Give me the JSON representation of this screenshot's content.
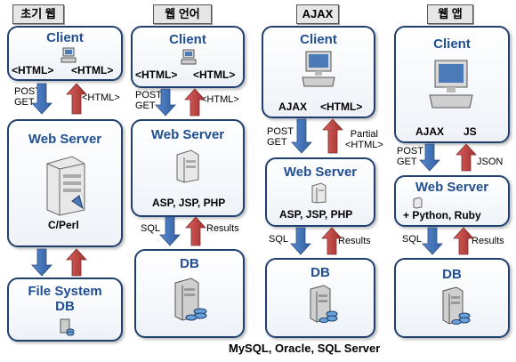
{
  "columns": [
    {
      "tab": "초기 웹",
      "client": {
        "title": "Client",
        "left_tag": "<HTML>",
        "right_tag": "<HTML>"
      },
      "up_label": [
        "POST",
        "GET"
      ],
      "down_label": "<HTML>",
      "server": {
        "title": "Web Server",
        "tech": "C/Perl"
      },
      "store": {
        "title_line1": "File System",
        "title_line2": "DB"
      }
    },
    {
      "tab": "웹 언어",
      "client": {
        "title": "Client",
        "left_tag": "<HTML>",
        "right_tag": "<HTML>"
      },
      "up_label": [
        "POST",
        "GET"
      ],
      "down_label": "<HTML>",
      "server": {
        "title": "Web Server",
        "tech": "ASP, JSP, PHP"
      },
      "db_up": "SQL",
      "db_down": "Results",
      "store": {
        "title": "DB"
      }
    },
    {
      "tab": "AJAX",
      "client": {
        "title": "Client",
        "left_tag": "AJAX",
        "right_tag": "<HTML>"
      },
      "up_label": [
        "POST",
        "GET"
      ],
      "down_label": [
        "Partial",
        "<HTML>"
      ],
      "server": {
        "title": "Web Server",
        "tech": "ASP, JSP, PHP"
      },
      "db_up": "SQL",
      "db_down": "Results",
      "store": {
        "title": "DB"
      }
    },
    {
      "tab": "웹 앱",
      "client": {
        "title": "Client",
        "left_tag": "AJAX",
        "right_tag": "JS"
      },
      "up_label": [
        "POST",
        "GET"
      ],
      "down_label": "JSON",
      "server": {
        "title": "Web Server",
        "tech": "+ Python, Ruby"
      },
      "db_up": "SQL",
      "db_down": "Results",
      "store": {
        "title": "DB"
      }
    }
  ],
  "footer": "MySQL, Oracle, SQL Server",
  "colors": {
    "box_border": "#1f3f6e",
    "title_blue": "#1f4e91",
    "arrow_blue": "#4f7fc0",
    "arrow_red": "#c0504d"
  }
}
